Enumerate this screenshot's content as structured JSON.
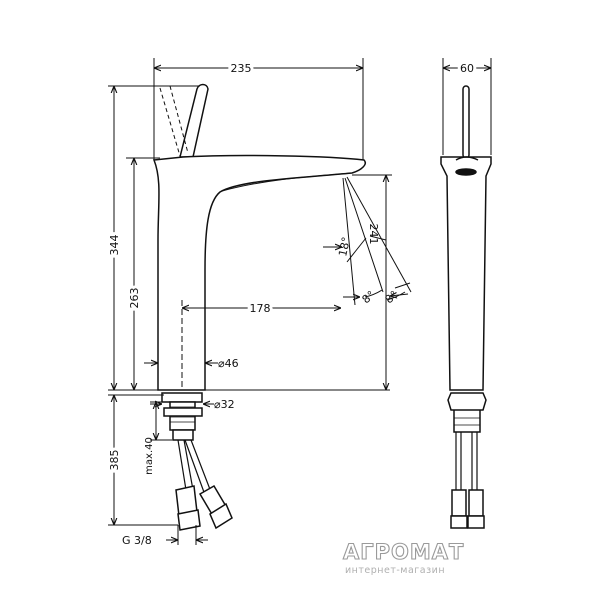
{
  "dimensions": {
    "width_top": "235",
    "side_width": "60",
    "height_total": "344",
    "height_body": "263",
    "spout_height": "241",
    "reach": "178",
    "angle_18": "18°",
    "angle_8a": "8°",
    "angle_8b": "8°",
    "diameter_46": "⌀46",
    "diameter_32": "⌀32",
    "hose_length": "385",
    "max_thickness": "max.40",
    "thread": "G 3/8"
  },
  "watermark": {
    "brand": "АГРОМАТ",
    "tagline": "интернет-магазин"
  }
}
